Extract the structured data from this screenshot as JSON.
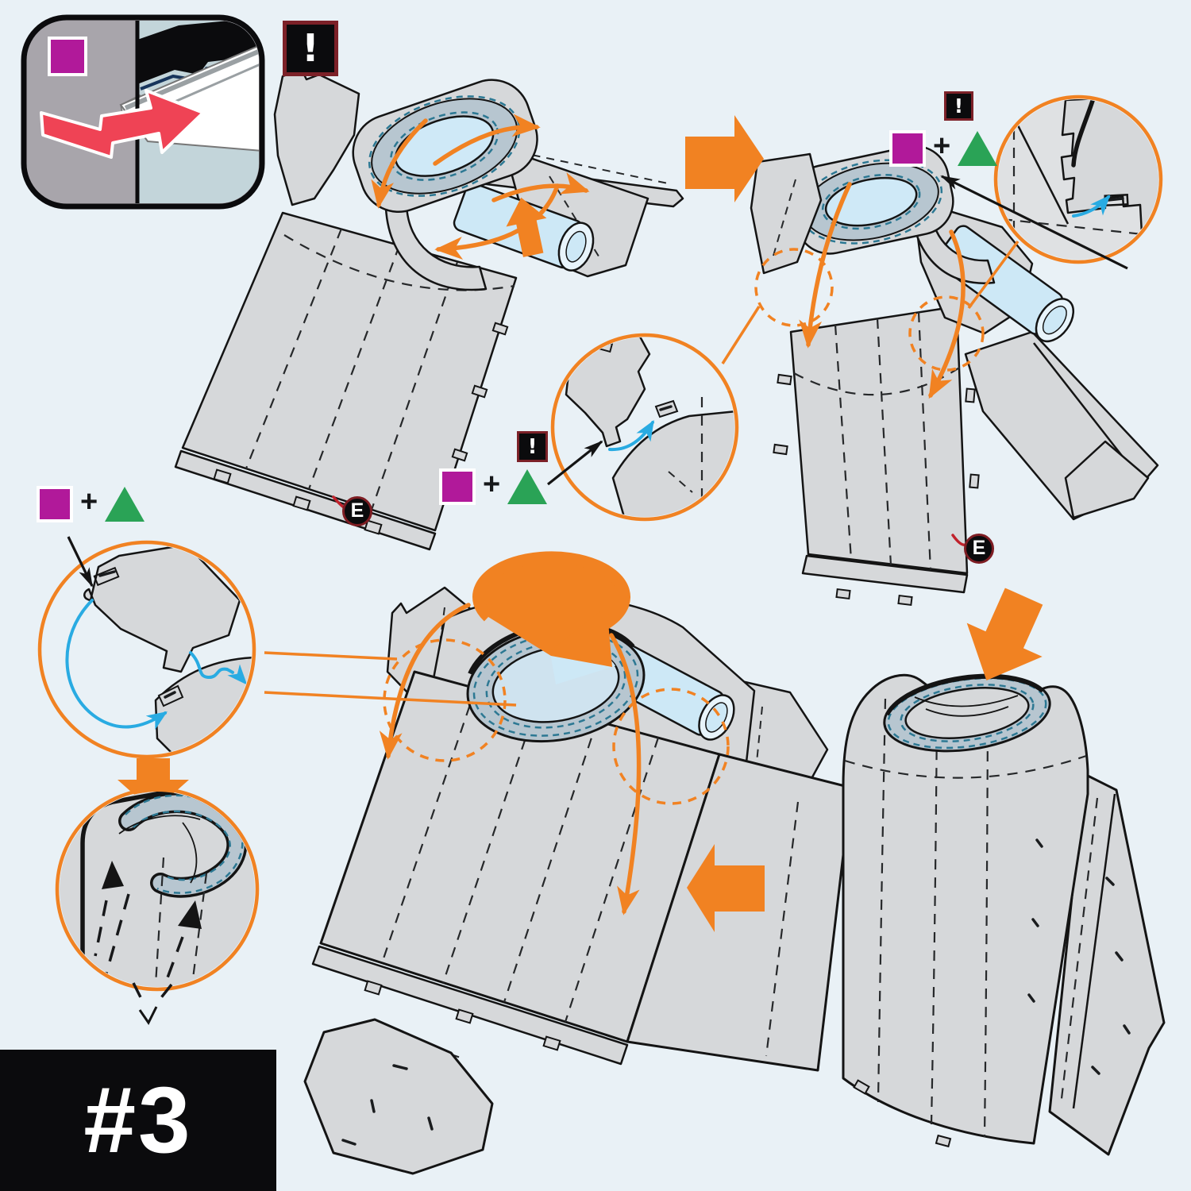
{
  "document": {
    "type": "papercraft-assembly-instructions",
    "step_badge": "#3",
    "part_label": "E"
  },
  "glyphs": {
    "warning": "!",
    "plus": "+"
  },
  "icons": {
    "inset_icon": "fold-and-insert-detail",
    "warning_icon": "exclamation-alert",
    "material_combo_icon": "magenta-square-plus-green-triangle",
    "rotate_icon": "rotate-clockwise-arrow",
    "detail_circle_icon": "magnified-connection-view",
    "flow_arrow_icon": "orange-block-arrow"
  },
  "colors": {
    "page_bg": "#e9f1f6",
    "ink": "#141414",
    "card": "#d6d8da",
    "card_light": "#dfe1e3",
    "collar": "#b7c6d0",
    "tube": "#cde8f6",
    "tube_face": "#e8f4fb",
    "orange": "#f18222",
    "magenta": "#b1199a",
    "green": "#2aa356",
    "red": "#ef4355",
    "maroon": "#7c2128",
    "badge_red": "#c0222c",
    "teal": "#2c7893",
    "blue": "#29abe2",
    "black": "#0b0b0d",
    "white": "#ffffff",
    "inset_gray": "#a8a5ab",
    "inset_blue": "#c3d5da"
  }
}
